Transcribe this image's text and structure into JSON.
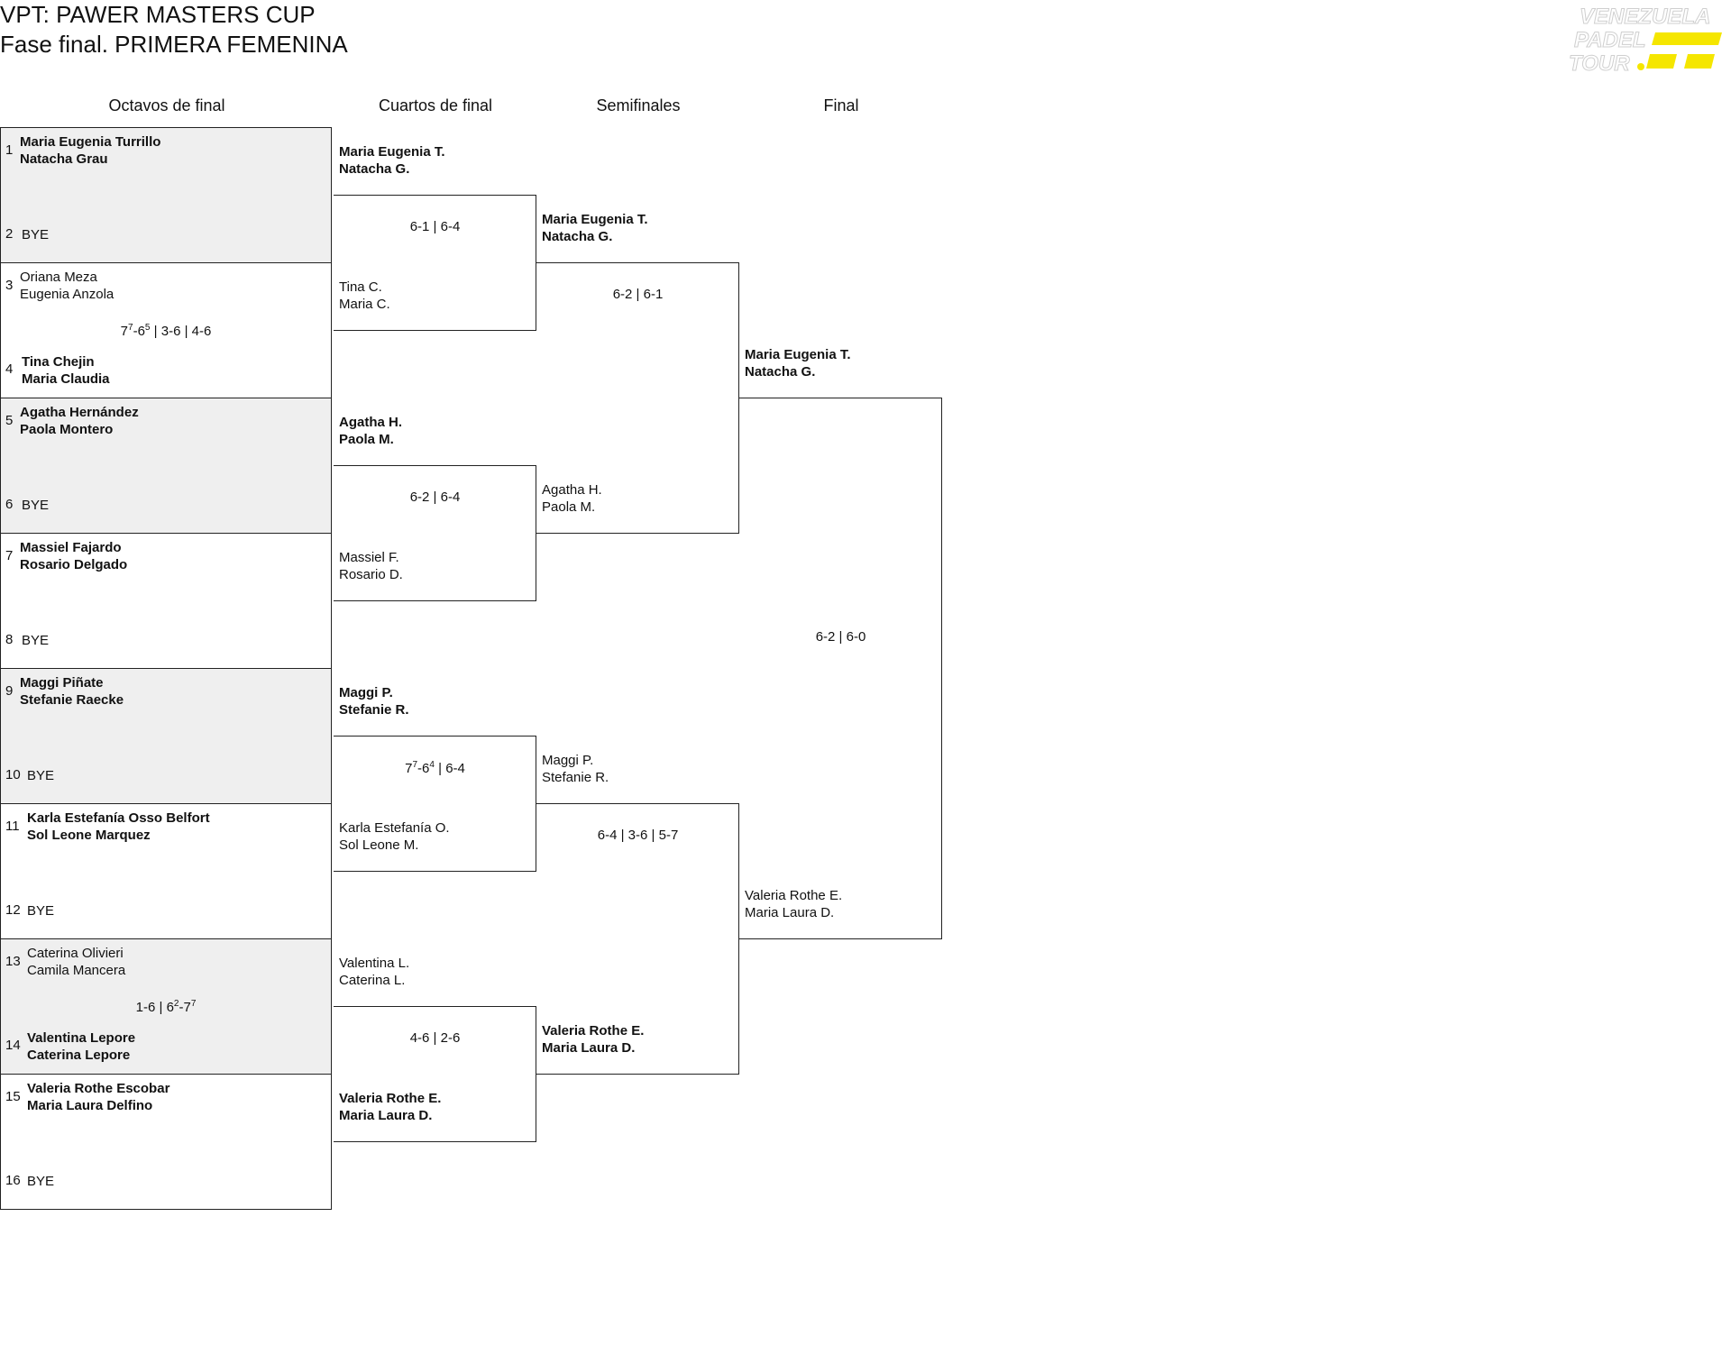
{
  "title": {
    "line1": "VPT: PAWER MASTERS CUP",
    "line2": "Fase final. PRIMERA FEMENINA"
  },
  "logo": {
    "icon": "venezuela-padel-tour-logo",
    "text": [
      "VENEZUELA",
      "PADEL",
      "TOUR"
    ],
    "accent": "#f5e600"
  },
  "rounds": [
    "Octavos de final",
    "Cuartos de final",
    "Semifinales",
    "Final"
  ],
  "octavos": [
    {
      "top": {
        "seed": "1",
        "p1": "Maria Eugenia Turrillo",
        "p2": "Natacha Grau",
        "win": true
      },
      "bottom": {
        "seed": "2",
        "p1": "BYE",
        "p2": "",
        "win": false
      },
      "score": ""
    },
    {
      "top": {
        "seed": "3",
        "p1": "Oriana Meza",
        "p2": "Eugenia Anzola",
        "win": false
      },
      "bottom": {
        "seed": "4",
        "p1": "Tina Chejin",
        "p2": "Maria Claudia",
        "win": true
      },
      "score": "7⁷-6⁵ | 3-6 | 4-6"
    },
    {
      "top": {
        "seed": "5",
        "p1": "Agatha Hernández",
        "p2": "Paola Montero",
        "win": true
      },
      "bottom": {
        "seed": "6",
        "p1": "BYE",
        "p2": "",
        "win": false
      },
      "score": ""
    },
    {
      "top": {
        "seed": "7",
        "p1": "Massiel Fajardo",
        "p2": "Rosario Delgado",
        "win": true
      },
      "bottom": {
        "seed": "8",
        "p1": "BYE",
        "p2": "",
        "win": false
      },
      "score": ""
    },
    {
      "top": {
        "seed": "9",
        "p1": "Maggi Piñate",
        "p2": "Stefanie Raecke",
        "win": true
      },
      "bottom": {
        "seed": "10",
        "p1": "BYE",
        "p2": "",
        "win": false
      },
      "score": ""
    },
    {
      "top": {
        "seed": "11",
        "p1": "Karla Estefanía Osso Belfort",
        "p2": "Sol Leone Marquez",
        "win": true
      },
      "bottom": {
        "seed": "12",
        "p1": "BYE",
        "p2": "",
        "win": false
      },
      "score": ""
    },
    {
      "top": {
        "seed": "13",
        "p1": "Caterina Olivieri",
        "p2": "Camila Mancera",
        "win": false
      },
      "bottom": {
        "seed": "14",
        "p1": "Valentina Lepore",
        "p2": "Caterina Lepore",
        "win": true
      },
      "score": "1-6 | 6²-7⁷"
    },
    {
      "top": {
        "seed": "15",
        "p1": "Valeria Rothe Escobar",
        "p2": "Maria Laura Delfino",
        "win": true
      },
      "bottom": {
        "seed": "16",
        "p1": "BYE",
        "p2": "",
        "win": false
      },
      "score": ""
    }
  ],
  "cuartos": [
    {
      "top": {
        "p1": "Maria Eugenia T.",
        "p2": "Natacha G.",
        "win": true
      },
      "bottom": {
        "p1": "Tina C.",
        "p2": "Maria C.",
        "win": false
      },
      "score": "6-1 | 6-4"
    },
    {
      "top": {
        "p1": "Agatha H.",
        "p2": "Paola M.",
        "win": true
      },
      "bottom": {
        "p1": "Massiel F.",
        "p2": "Rosario D.",
        "win": false
      },
      "score": "6-2 | 6-4"
    },
    {
      "top": {
        "p1": "Maggi P.",
        "p2": "Stefanie R.",
        "win": true
      },
      "bottom": {
        "p1": "Karla Estefanía O.",
        "p2": "Sol Leone M.",
        "win": false
      },
      "score": "7⁷-6⁴ | 6-4"
    },
    {
      "top": {
        "p1": "Valentina L.",
        "p2": "Caterina L.",
        "win": false
      },
      "bottom": {
        "p1": "Valeria Rothe E.",
        "p2": "Maria Laura D.",
        "win": true
      },
      "score": "4-6 | 2-6"
    }
  ],
  "semis": [
    {
      "top": {
        "p1": "Maria Eugenia T.",
        "p2": "Natacha G.",
        "win": true
      },
      "bottom": {
        "p1": "Agatha H.",
        "p2": "Paola M.",
        "win": false
      },
      "score": "6-2 | 6-1"
    },
    {
      "top": {
        "p1": "Maggi P.",
        "p2": "Stefanie R.",
        "win": false
      },
      "bottom": {
        "p1": "Valeria Rothe E.",
        "p2": "Maria Laura D.",
        "win": true
      },
      "score": "6-4 | 3-6 | 5-7"
    }
  ],
  "final": {
    "top": {
      "p1": "Maria Eugenia T.",
      "p2": "Natacha G.",
      "win": true
    },
    "bottom": {
      "p1": "Valeria Rothe E.",
      "p2": "Maria Laura D.",
      "win": false
    },
    "score": "6-2 | 6-0"
  }
}
